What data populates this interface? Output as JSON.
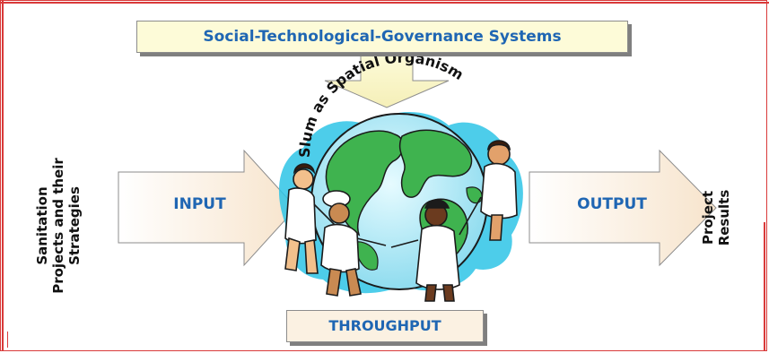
{
  "top_system": {
    "label": "Social-Technological-Governance Systems"
  },
  "center": {
    "arc_label": "Slum as Spatial Organism",
    "bottom_label": "THROUGHPUT"
  },
  "left": {
    "arrow_label": "INPUT",
    "side_text": [
      "Sanitation",
      "Projects and their",
      "Strategies"
    ]
  },
  "right": {
    "arrow_label": "OUTPUT",
    "side_text": [
      "Project",
      "Results"
    ]
  },
  "colors": {
    "label_blue": "#1f66b3",
    "frame_red": "#d93a3a",
    "arrow_fill": "#fdf0df",
    "top_fill": "#fdfbd8"
  },
  "icons": {
    "globe": "earth-globe-icon",
    "people": "children-around-globe-icon"
  }
}
